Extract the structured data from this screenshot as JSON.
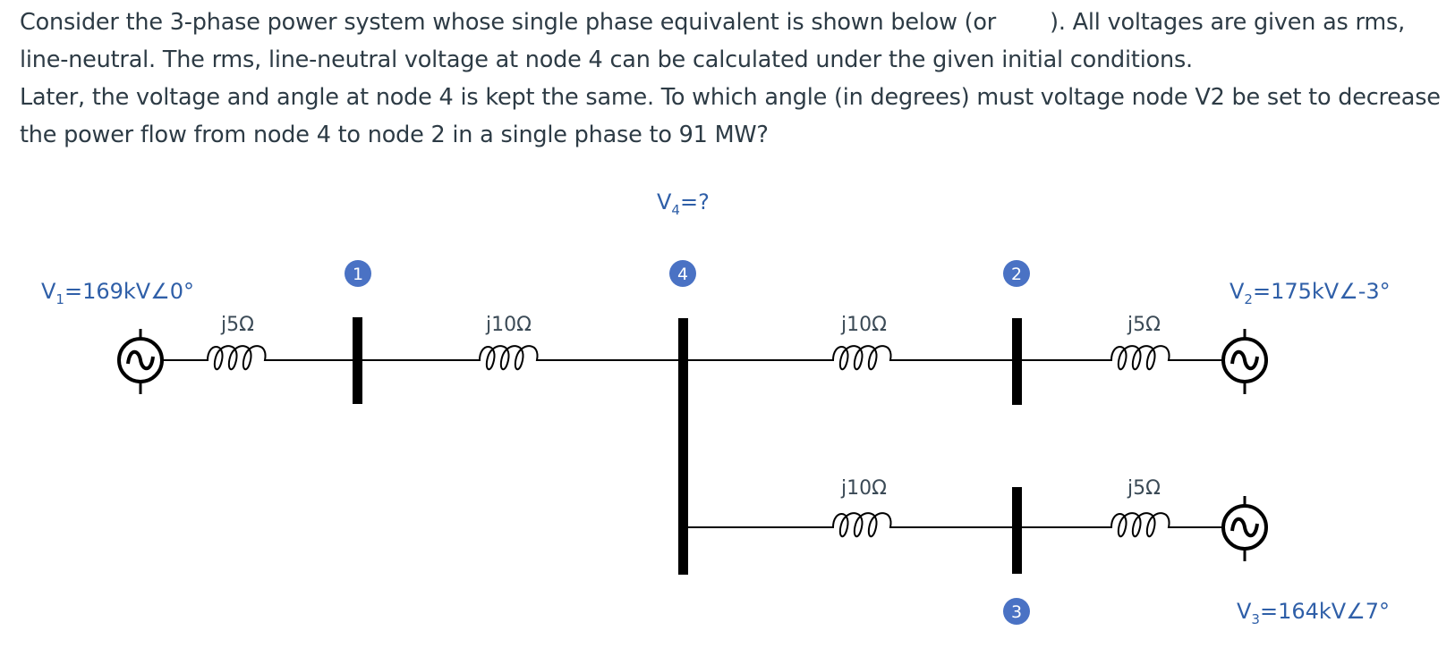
{
  "question": {
    "line1_a": "Consider the 3-phase power system whose single phase equivalent is shown below (or",
    "line1_b": "). All voltages are given as rms,",
    "line2": "line-neutral. The rms, line-neutral voltage at node 4 can be calculated under the given initial conditions.",
    "line3": "Later, the voltage and angle at node 4 is kept the same. To which angle (in degrees) must voltage node V2 be set to decrease",
    "line4": "the power flow from node 4 to node 2 in a single phase to 91 MW?"
  },
  "diagram": {
    "nodes": [
      {
        "id": "1",
        "label": "1"
      },
      {
        "id": "4",
        "label": "4"
      },
      {
        "id": "2",
        "label": "2"
      },
      {
        "id": "3",
        "label": "3"
      }
    ],
    "voltages": {
      "v1": {
        "label": "V",
        "sub": "1",
        "value": "=169kV∠0°"
      },
      "v2": {
        "label": "V",
        "sub": "2",
        "value": "=175kV∠-3°"
      },
      "v3": {
        "label": "V",
        "sub": "3",
        "value": "=164kV∠7°"
      },
      "v4": {
        "label": "V",
        "sub": "4",
        "value": "=?"
      }
    },
    "impedances": {
      "gen1": "j5Ω",
      "line_1_4": "j10Ω",
      "line_4_2": "j10Ω",
      "gen2": "j5Ω",
      "line_4_3": "j10Ω",
      "gen3": "j5Ω"
    },
    "colors": {
      "node_fill": "#4a72c4",
      "label_blue": "#2f5fa8",
      "wire": "#000000"
    }
  }
}
